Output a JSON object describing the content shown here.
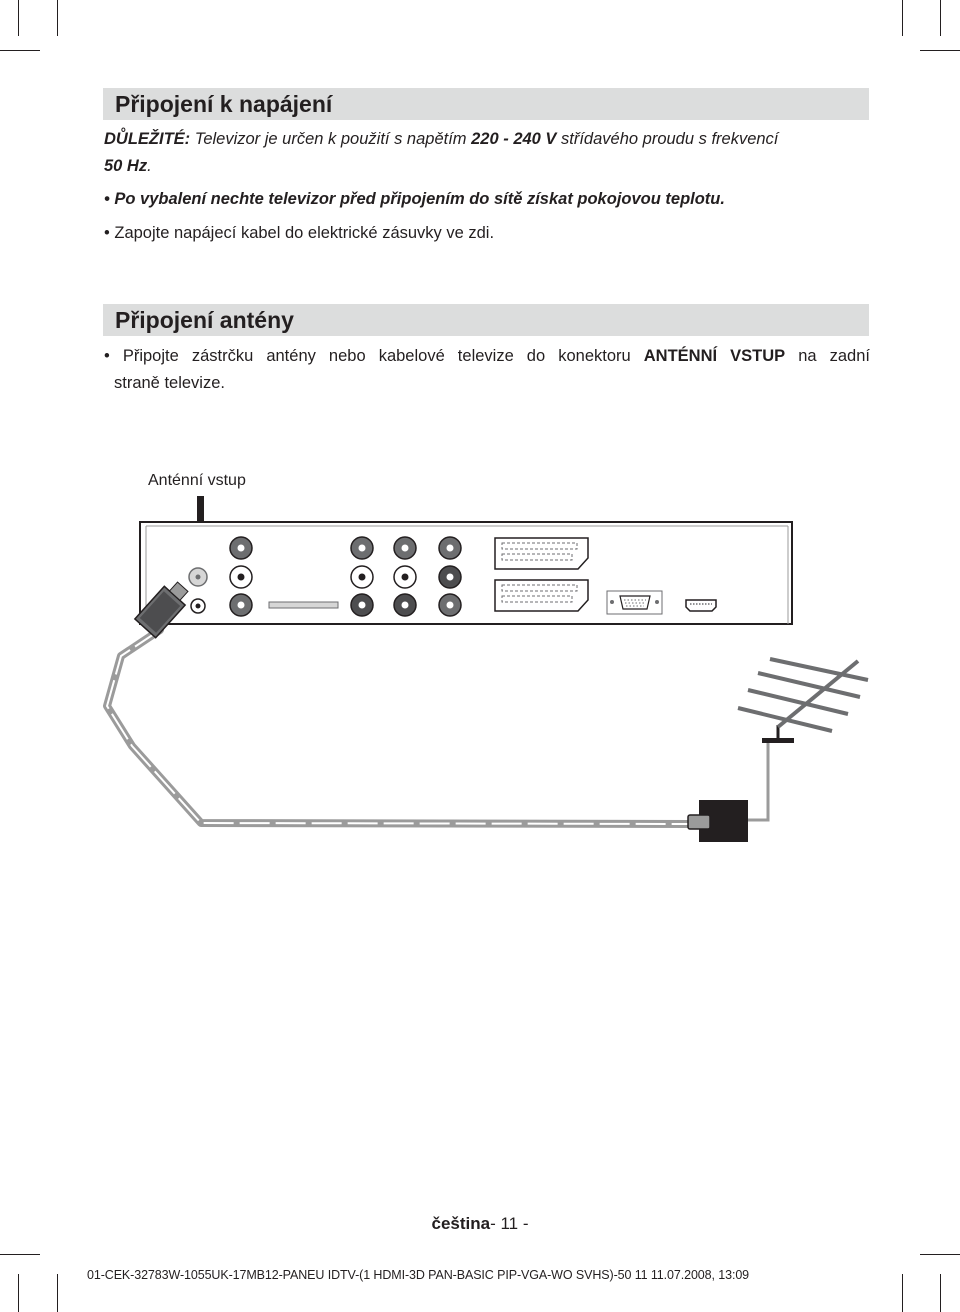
{
  "power": {
    "heading": "Připojení k napájení",
    "important_label": "DŮLEŽITÉ:",
    "important_pre": " Televizor je určen k použití s napětím ",
    "voltage": "220 - 240 V",
    "important_post": " střídavého proudu s frekvencí",
    "frequency": "50 Hz",
    "bullet1": "• Po vybalení nechte televizor před připojením do sítě získat pokojovou teplotu.",
    "bullet2": "• Zapojte napájecí kabel do elektrické zásuvky ve zdi."
  },
  "antenna": {
    "heading": "Připojení antény",
    "text_pre": "• Připojte zástrčku antény nebo kabelové televize do konektoru ",
    "connector": "ANTÉNNÍ VSTUP",
    "text_post": " na zadní",
    "text_line2": "straně televize."
  },
  "diagram": {
    "label": "Anténní vstup"
  },
  "footer": {
    "language": "čeština",
    "page": "- 11 -",
    "print_line": "01-CEK-32783W-1055UK-17MB12-PANEU IDTV-(1 HDMI-3D PAN-BASIC PIP-VGA-WO SVHS)-50",
    "page_small": "11",
    "date": "11.07.2008, 13:09"
  },
  "colors": {
    "heading_band": "#dcdddd",
    "text": "#231f20",
    "cable": "#9b9b9b"
  }
}
